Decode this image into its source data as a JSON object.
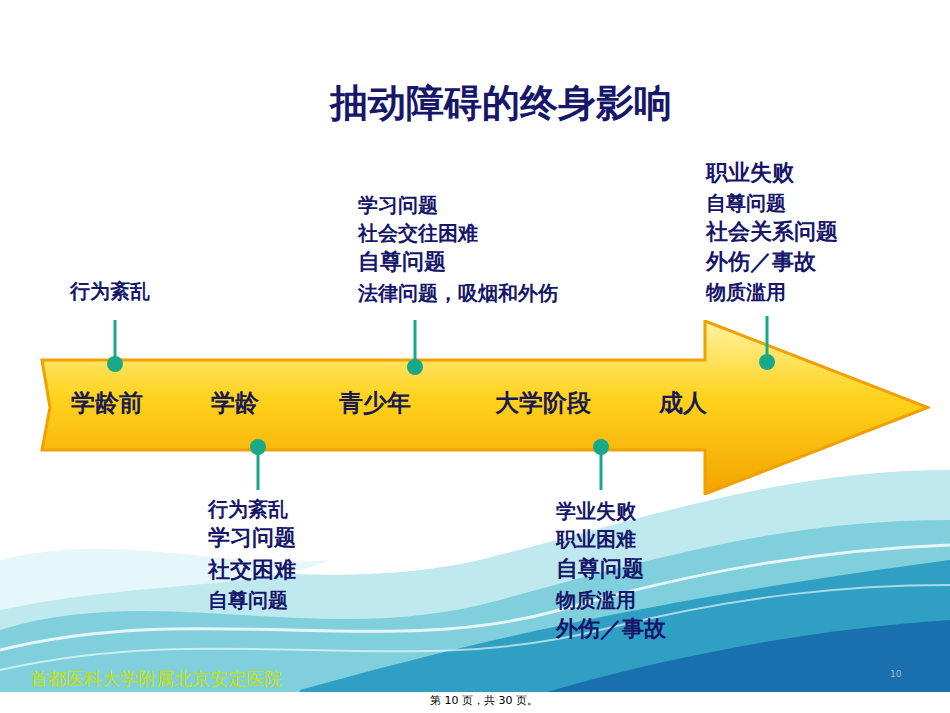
{
  "diagram": {
    "title": "抽动障碍的终身影响",
    "nodes": [
      {
        "text": [
          "学龄前",
          "学龄",
          "青少年",
          "大学阶段",
          "成人"
        ]
      }
    ],
    "edges": [],
    "labels": [
      "行为紊乱",
      "学习问题",
      "社会交往困难",
      "自尊问题",
      "法律问题，吸烟和外伤",
      "职业失败",
      "自尊问题",
      "社会关系问题",
      "外伤／事故",
      "物质滥用",
      "行为紊乱",
      "学习问题",
      "社交困难",
      "自尊问题",
      "学业失败",
      "职业困难",
      "自尊问题",
      "物质滥用",
      "外伤／事故",
      "首都医科大学附属北京安定医院",
      "10",
      "第 10 页，共 30 页。"
    ]
  }
}
